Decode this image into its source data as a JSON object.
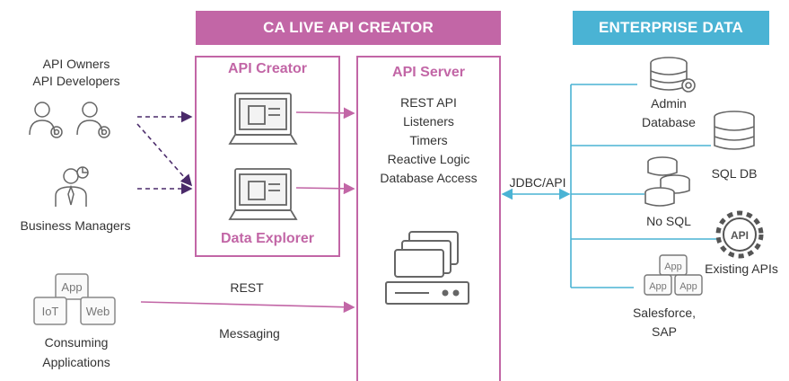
{
  "colors": {
    "creator": "#c266a6",
    "enterprise": "#4ab3d4",
    "link_dark": "#4a2a6a",
    "link_pink": "#c266a6",
    "link_blue": "#4ab3d4",
    "icon_gray": "#666666"
  },
  "creator_banner": "CA LIVE API CREATOR",
  "enterprise_banner": "ENTERPRISE DATA",
  "left": {
    "api_owners": "API Owners",
    "api_developers": "API Developers",
    "business_managers": "Business Managers",
    "app_tiles": [
      "App",
      "IoT",
      "Web"
    ],
    "consuming_line1": "Consuming",
    "consuming_line2": "Applications"
  },
  "api_creator_box": {
    "title": "API Creator",
    "bottom_title": "Data  Explorer"
  },
  "api_server_box": {
    "title": "API Server",
    "items": [
      "REST API",
      "Listeners",
      "Timers",
      "Reactive Logic",
      "Database Access"
    ]
  },
  "links": {
    "rest": "REST",
    "messaging": "Messaging",
    "jdbc": "JDBC/API"
  },
  "enterprise_items": {
    "admin_line1": "Admin",
    "admin_line2": "Database",
    "sql": "SQL DB",
    "nosql": "No SQL",
    "api_badge": "API",
    "existing_apis": "Existing APIs",
    "app_tiles": [
      "App",
      "App",
      "App"
    ],
    "salesforce_line1": "Salesforce,",
    "salesforce_line2": "SAP"
  }
}
